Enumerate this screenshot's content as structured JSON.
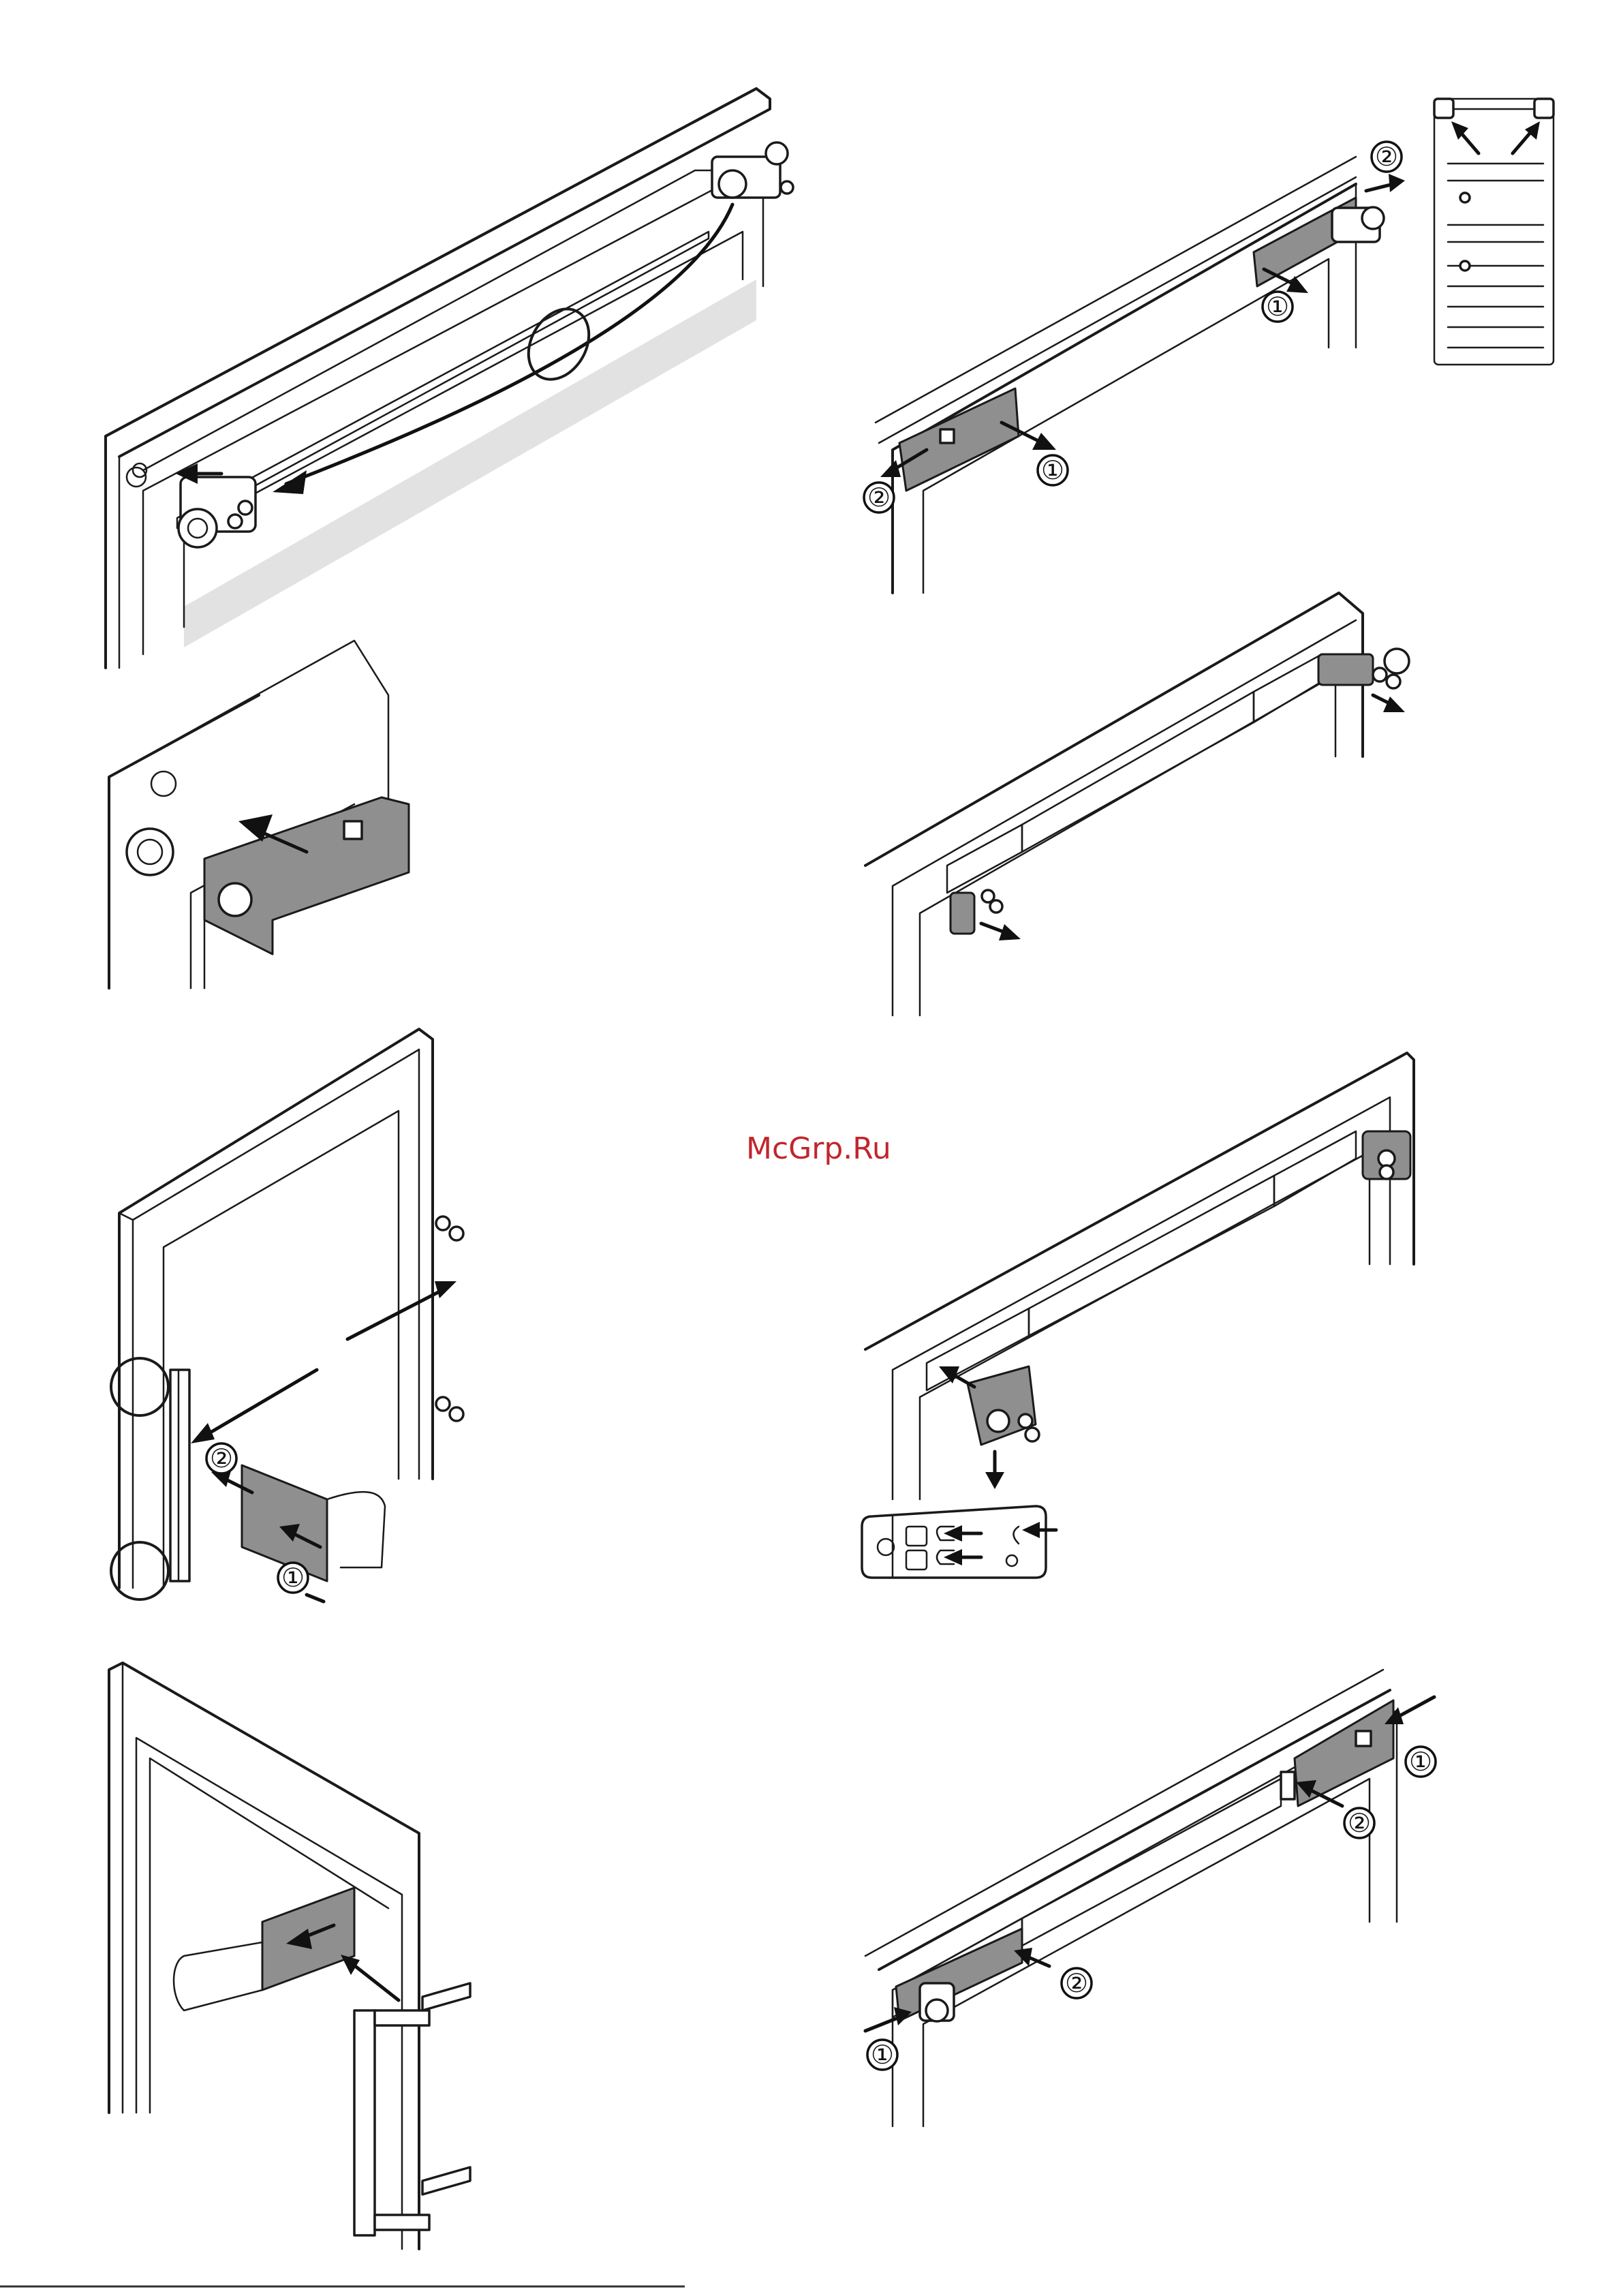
{
  "watermark": {
    "text": "McGrp.Ru",
    "color": "#c0262c"
  },
  "step_labels": {
    "one": "①",
    "two": "②"
  },
  "colors": {
    "line": "#1a1a1a",
    "part_fill": "#8f8f8f",
    "shadow_fill": "#e2e2e2"
  },
  "icons": [
    "door-hinge-icon",
    "cover-plate-icon",
    "screw-icon",
    "appliance-front-icon",
    "handle-bar-icon",
    "hinge-template-icon",
    "arrow-icon",
    "detail-circle-icon"
  ]
}
